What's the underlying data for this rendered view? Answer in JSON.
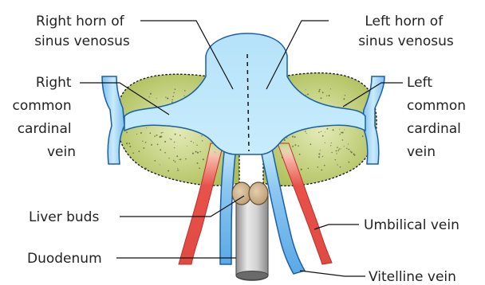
{
  "labels": {
    "right_horn": [
      "Right horn of",
      "sinus venosus"
    ],
    "left_horn": [
      "Left horn of",
      "sinus venosus"
    ],
    "right_common_cardinal": [
      "Right",
      "common",
      "cardinal",
      "vein"
    ],
    "left_common_cardinal": [
      "Left",
      "common",
      "cardinal",
      "vein"
    ],
    "liver_buds": "Liver buds",
    "duodenum": "Duodenum",
    "umbilical_vein": "Umbilical vein",
    "vitelline_vein": "Vitelline vein"
  },
  "colors": {
    "sinus_venosus": "#a9dcf7",
    "vessel_blue": "#5aa9e6",
    "vessel_outline": "#1a5ea8",
    "liver_green": "#b7c86a",
    "umbilical_red": "#e8524a",
    "liver_bud_brown": "#c9ad85",
    "duodenum_gray": "#b8b8b8"
  }
}
